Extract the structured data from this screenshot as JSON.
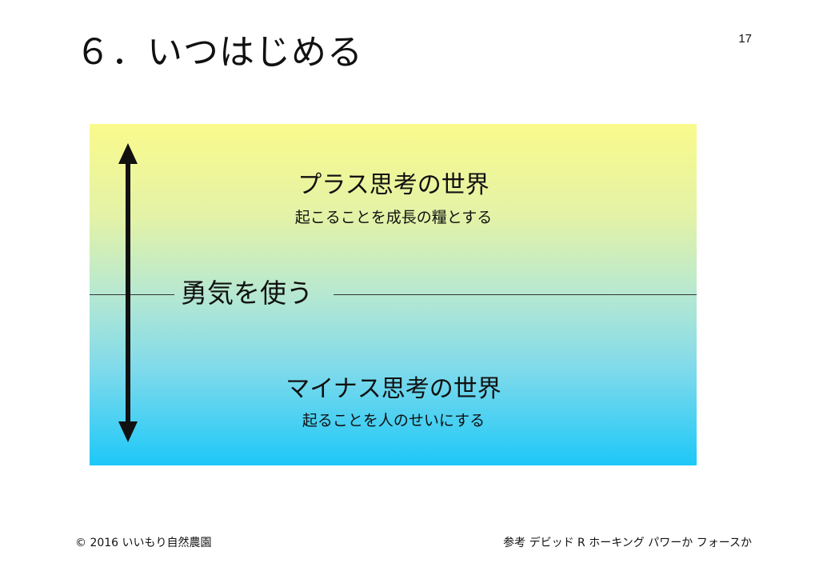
{
  "slide": {
    "title": "６．いつはじめる",
    "page_number": "17"
  },
  "diagram": {
    "plus": {
      "heading": "プラス思考の世界",
      "subtext": "起こることを成長の糧とする"
    },
    "center_label": "勇気を使う",
    "minus": {
      "heading": "マイナス思考の世界",
      "subtext": "起ることを人のせいにする"
    },
    "colors": {
      "top": "#fafa8c",
      "bottom": "#1dc8f8",
      "arrow": "#111111"
    },
    "icons": {
      "arrow": "double-headed-vertical-arrow"
    }
  },
  "footer": {
    "copyright": "© 2016 いいもり自然農園",
    "reference": "参考 デビッド R ホーキング パワーか フォースか"
  }
}
